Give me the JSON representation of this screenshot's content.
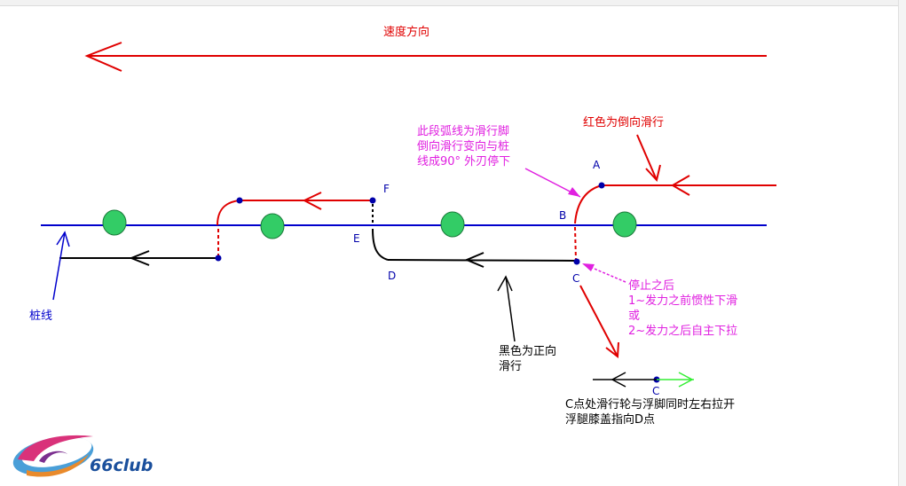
{
  "labels": {
    "speed_direction": "速度方向",
    "red_backward": "红色为倒向滑行",
    "arc_note": [
      "此段弧线为滑行脚",
      "倒向滑行变向与桩",
      "线成90° 外刃停下"
    ],
    "after_stop": [
      "停止之后",
      "1~发力之前惯性下滑",
      "或",
      "2~发力之后自主下拉"
    ],
    "black_forward": [
      "黑色为正向",
      "滑行"
    ],
    "c_point_note": [
      "C点处滑行轮与浮脚同时左右拉开",
      "浮腿膝盖指向D点"
    ],
    "pile_line": "桩线"
  },
  "points": {
    "A": "A",
    "B": "B",
    "C": "C",
    "D": "D",
    "E": "E",
    "F": "F",
    "C2": "C"
  },
  "logo": {
    "text": "66club",
    "name": "66club-logo"
  },
  "colors": {
    "red": "#e00000",
    "black": "#000000",
    "blue": "#0000cc",
    "magenta": "#e020e0",
    "green_marker": "#33cc66",
    "green_line": "#33ee33",
    "dot": "#0000aa"
  }
}
